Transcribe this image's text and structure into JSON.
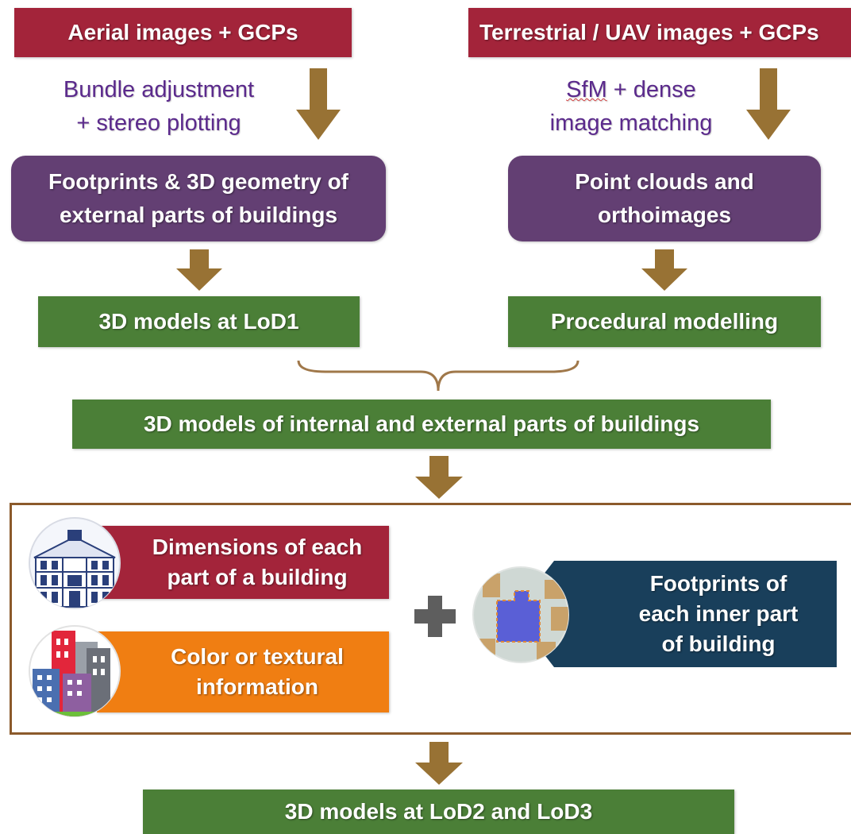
{
  "left_column": {
    "input": "Aerial images + GCPs",
    "process_line1": "Bundle adjustment",
    "process_line2": "+ stereo plotting",
    "output_line1": "Footprints & 3D geometry of",
    "output_line2": "external parts of buildings",
    "model": "3D models at LoD1"
  },
  "right_column": {
    "input": "Terrestrial / UAV images + GCPs",
    "process_sfm": "SfM",
    "process_line1_rest": " + dense",
    "process_line2": "image matching",
    "output_line1": "Point clouds and",
    "output_line2": "orthoimages",
    "model": "Procedural modelling"
  },
  "merged_model": "3D models of internal and external parts of buildings",
  "info_panel": {
    "dimensions_line1": "Dimensions of each",
    "dimensions_line2": "part of a building",
    "color_line1": "Color or textural",
    "color_line2": "information",
    "plus": "+",
    "footprints_line1": "Footprints of",
    "footprints_line2": "each inner part",
    "footprints_line3": "of building"
  },
  "final_model": "3D models at LoD2 and LoD3",
  "colors": {
    "input_box": "#a3243a",
    "output_box": "#633f73",
    "model_box": "#4b7f37",
    "arrow": "#987234",
    "process_text": "#5b2a8c",
    "panel_border": "#8b5a2b",
    "color_box": "#f07e12",
    "footprint_box": "#193f5b"
  }
}
